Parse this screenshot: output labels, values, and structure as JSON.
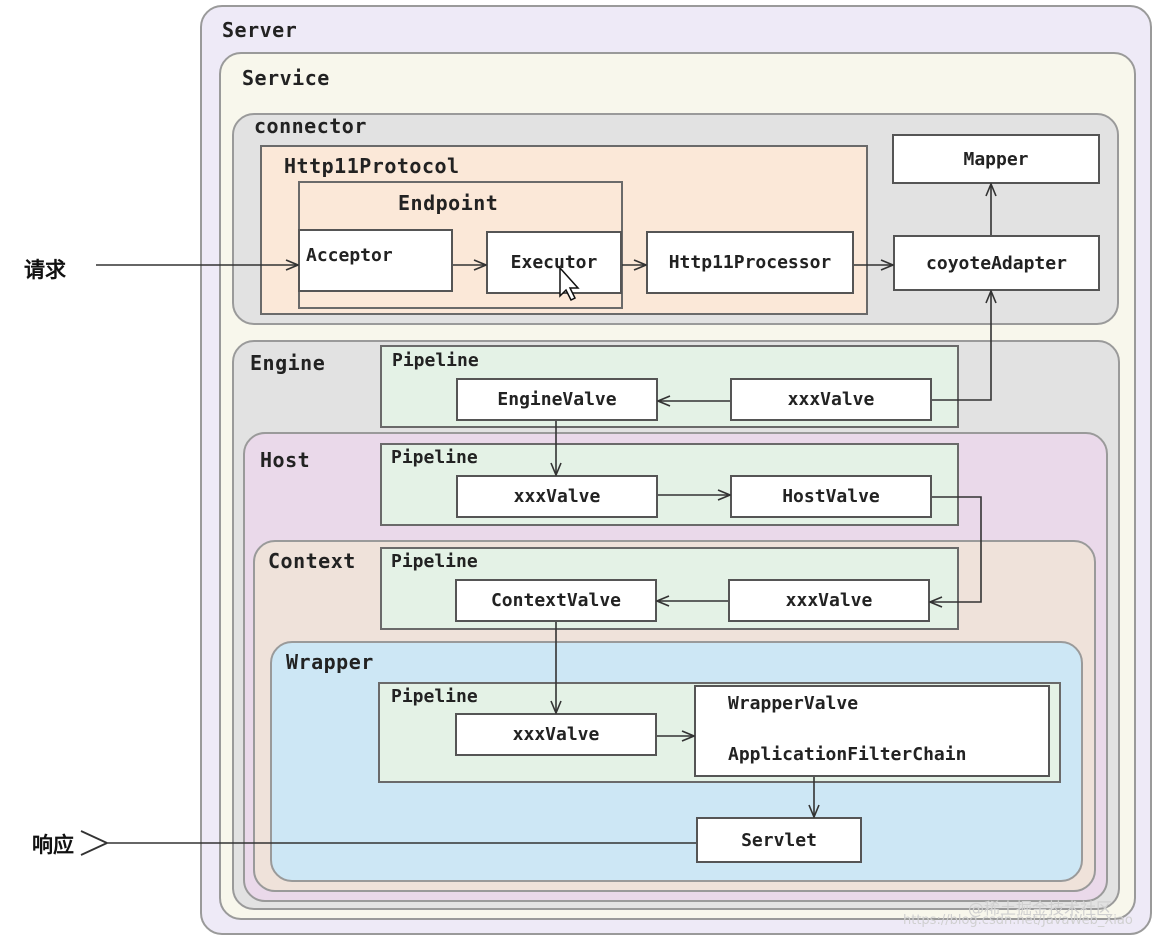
{
  "labels": {
    "server": "Server",
    "service": "Service",
    "connector": "connector",
    "http11protocol": "Http11Protocol",
    "endpoint": "Endpoint",
    "engine": "Engine",
    "host": "Host",
    "context": "Context",
    "wrapper": "Wrapper",
    "pipeline": "Pipeline"
  },
  "nodes": {
    "acceptor": "Acceptor",
    "executor": "Executor",
    "http11processor": "Http11Processor",
    "coyote_adapter": "coyoteAdapter",
    "mapper": "Mapper",
    "engine_valve": "EngineValve",
    "engine_xxx_valve": "xxxValve",
    "host_xxx_valve": "xxxValve",
    "host_valve": "HostValve",
    "context_valve": "ContextValve",
    "context_xxx_valve": "xxxValve",
    "wrapper_xxx_valve": "xxxValve",
    "wrapper_valve": "WrapperValve",
    "application_filter_chain": "ApplicationFilterChain",
    "servlet": "Servlet"
  },
  "external": {
    "request": "请求",
    "response": "响应"
  },
  "watermark": {
    "line1": "@稀土掘金技术社区",
    "line2": "https://blog.csdn.net/JavaWeb_Xiao"
  },
  "colors": {
    "server_bg": "#eeeaf7",
    "service_bg": "#f8f7ec",
    "connector_bg": "#e2e2e2",
    "protocol_bg": "#fbe8d8",
    "engine_bg": "#e2e2e2",
    "host_bg": "#ead9ea",
    "context_bg": "#efe2da",
    "wrapper_bg": "#cde7f5",
    "pipeline_bg": "#e4f2e6"
  }
}
